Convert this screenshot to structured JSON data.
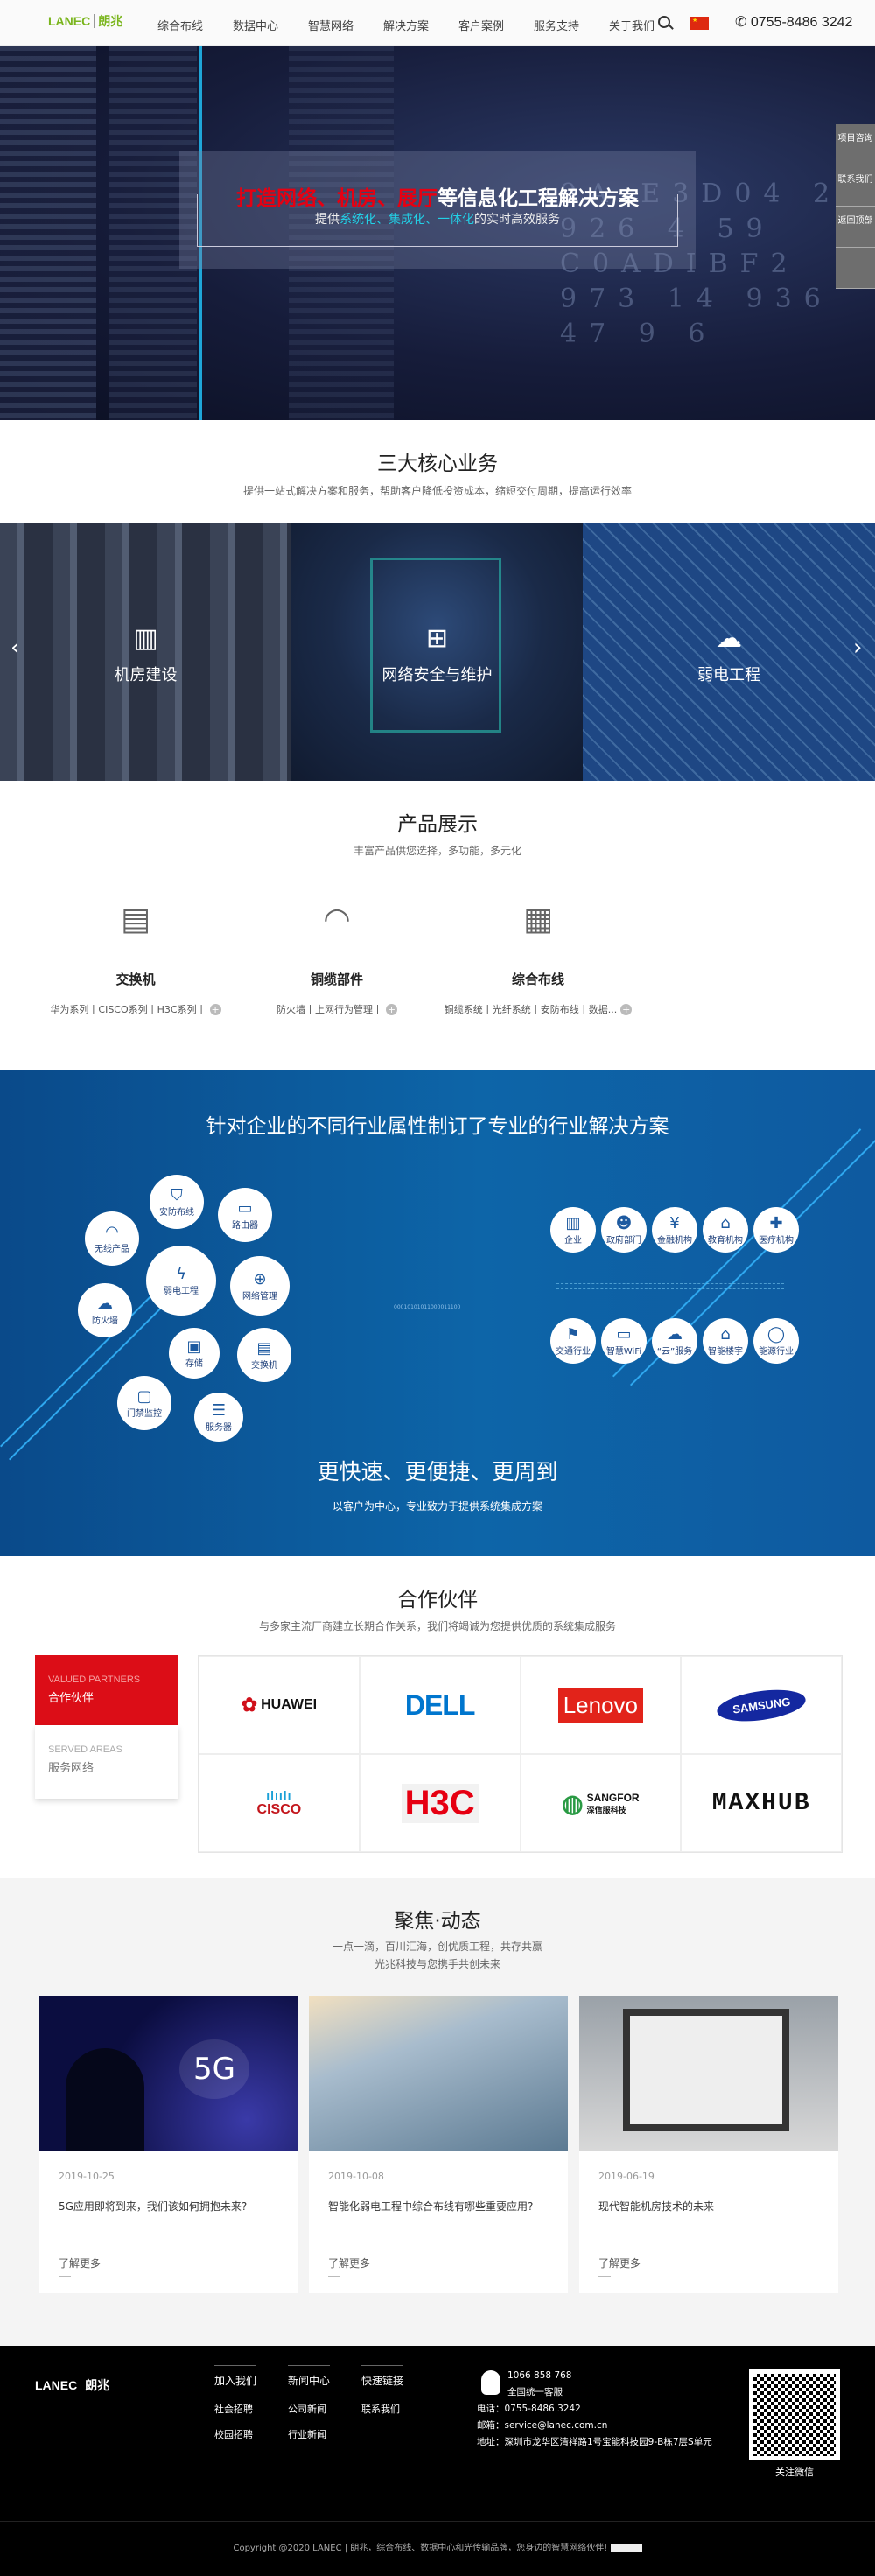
{
  "header": {
    "logo_en": "LANEC",
    "logo_cn": "朗兆",
    "nav": [
      "综合布线",
      "数据中心",
      "智慧网络",
      "解决方案",
      "客户案例",
      "服务支持",
      "关于我们"
    ],
    "phone": "0755-8486 3242"
  },
  "hero": {
    "title_red": "打造网络、机房、展厅",
    "title_white": "等信息化工程解决方案",
    "sub_1": "提供",
    "sub_cyan": "系统化、集成化、一体化",
    "sub_2": "的实时高效服务",
    "bg_text": "9A E3D04 2 926 4 59 C0ADIBF2 973 14 936 47 9 6"
  },
  "side_buttons": [
    "项目咨询",
    "联系我们",
    "返回顶部"
  ],
  "core": {
    "title": "三大核心业务",
    "subtitle": "提供一站式解决方案和服务，帮助客户降低投资成本，缩短交付周期，提高运行效率",
    "panels": [
      "机房建设",
      "网络安全与维护",
      "弱电工程"
    ]
  },
  "products": {
    "title": "产品展示",
    "subtitle": "丰富产品供您选择，多功能，多元化",
    "items": [
      {
        "name": "交换机",
        "desc": "华为系列丨CISCO系列丨H3C系列丨"
      },
      {
        "name": "铜缆部件",
        "desc": "防火墙丨上网行为管理丨"
      },
      {
        "name": "综合布线",
        "desc": "铜缆系统丨光纤系统丨安防布线丨数据..."
      }
    ]
  },
  "industry": {
    "title": "针对企业的不同行业属性制订了专业的行业解决方案",
    "bubbles": [
      "安防布线",
      "路由器",
      "无线产品",
      "弱电工程",
      "网络管理",
      "防火墙",
      "存储",
      "交换机",
      "门禁监控",
      "服务器"
    ],
    "sectors_top": [
      "企业",
      "政府部门",
      "金融机构",
      "教育机构",
      "医疗机构"
    ],
    "sectors_bottom": [
      "交通行业",
      "智慧WiFi",
      "“云”服务",
      "智能楼宇",
      "能源行业"
    ],
    "binary": "00010101011000011100",
    "slogan": "更快速、更便捷、更周到",
    "slogan_sub": "以客户为中心，专业致力于提供系统集成方案"
  },
  "partners": {
    "title": "合作伙伴",
    "subtitle": "与多家主流厂商建立长期合作关系，我们将竭诚为您提供优质的系统集成服务",
    "tabs": [
      {
        "en": "VALUED PARTNERS",
        "cn": "合作伙伴"
      },
      {
        "en": "SERVED AREAS",
        "cn": "服务网络"
      }
    ],
    "logos": [
      "HUAWEI",
      "DELL",
      "Lenovo",
      "SAMSUNG",
      "CISCO",
      "H3C",
      "SANGFOR",
      "MAXHUB"
    ],
    "sangfor_cn": "深信服科技"
  },
  "news": {
    "title": "聚焦·动态",
    "subtitle_1": "一点一滴，百川汇海，创优质工程，共存共赢",
    "subtitle_2": "光兆科技与您携手共创未来",
    "items": [
      {
        "date": "2019-10-25",
        "title": "5G应用即将到来，我们该如何拥抱未来?",
        "more": "了解更多",
        "img_text": "5G"
      },
      {
        "date": "2019-10-08",
        "title": "智能化弱电工程中综合布线有哪些重要应用?",
        "more": "了解更多"
      },
      {
        "date": "2019-06-19",
        "title": "现代智能机房技术的未来",
        "more": "了解更多"
      }
    ]
  },
  "footer": {
    "logo_en": "LANEC",
    "logo_cn": "朗兆",
    "cols": [
      {
        "title": "加入我们",
        "links": [
          "社会招聘",
          "校园招聘"
        ]
      },
      {
        "title": "新闻中心",
        "links": [
          "公司新闻",
          "行业新闻"
        ]
      },
      {
        "title": "快速链接",
        "links": [
          "联系我们"
        ]
      }
    ],
    "qq": "1066 858 768",
    "service": "全国统一客服",
    "tel_label": "电话：",
    "tel": "0755-8486 3242",
    "mail_label": "邮箱：",
    "mail": "service@lanec.com.cn",
    "addr_label": "地址：",
    "addr": "深圳市龙华区清祥路1号宝能科技园9-B栋7层S单元",
    "qr_label": "关注微信",
    "copyright": "Copyright @2020 LANEC | 朗兆，综合布线、数据中心和光传输品牌，您身边的智慧网络伙伴!"
  },
  "colors": {
    "red": "#e60012",
    "blue": "#0d65a8",
    "partner_tab": "#dc0d17",
    "footer": "#000000"
  }
}
